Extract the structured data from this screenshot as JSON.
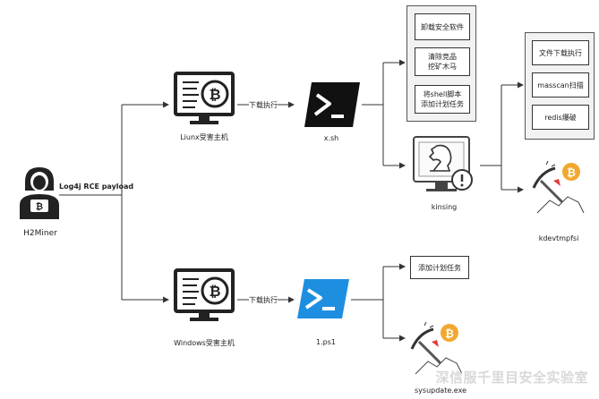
{
  "nodes": {
    "attacker": {
      "label": "H2Miner",
      "icon": "hacker-icon"
    },
    "linux_host": {
      "label": "Liunx受害主机",
      "icon": "infected-computer-icon"
    },
    "windows_host": {
      "label": "Windows受害主机",
      "icon": "infected-computer-icon"
    },
    "xsh": {
      "label": "x.sh",
      "icon": "terminal-icon"
    },
    "ps1": {
      "label": "1.ps1",
      "icon": "powershell-icon"
    },
    "kinsing": {
      "label": "kinsing",
      "icon": "malware-alert-icon"
    },
    "kdevtmpfsi": {
      "label": "kdevtmpfsi",
      "icon": "mining-bitcoin-icon"
    },
    "sysupdate": {
      "label": "sysupdate.exe",
      "icon": "mining-bitcoin-icon"
    }
  },
  "edges": {
    "payload": "Log4j RCE payload",
    "download_linux": "下载执行",
    "download_windows": "下载执行"
  },
  "xsh_actions": [
    "卸载安全软件",
    "清除竞品\n挖矿木马",
    "将shell脚本\n添加计划任务"
  ],
  "kinsing_actions": [
    "文件下载执行",
    "masscan扫描",
    "redis爆破"
  ],
  "ps1_action": "添加计划任务",
  "watermark": "深信服千里目安全实验室",
  "colors": {
    "line": "#333333",
    "powershell": "#1e8fe0",
    "terminal": "#111111",
    "bitcoin": "#f0a830",
    "alert_red": "#e03c3c"
  }
}
